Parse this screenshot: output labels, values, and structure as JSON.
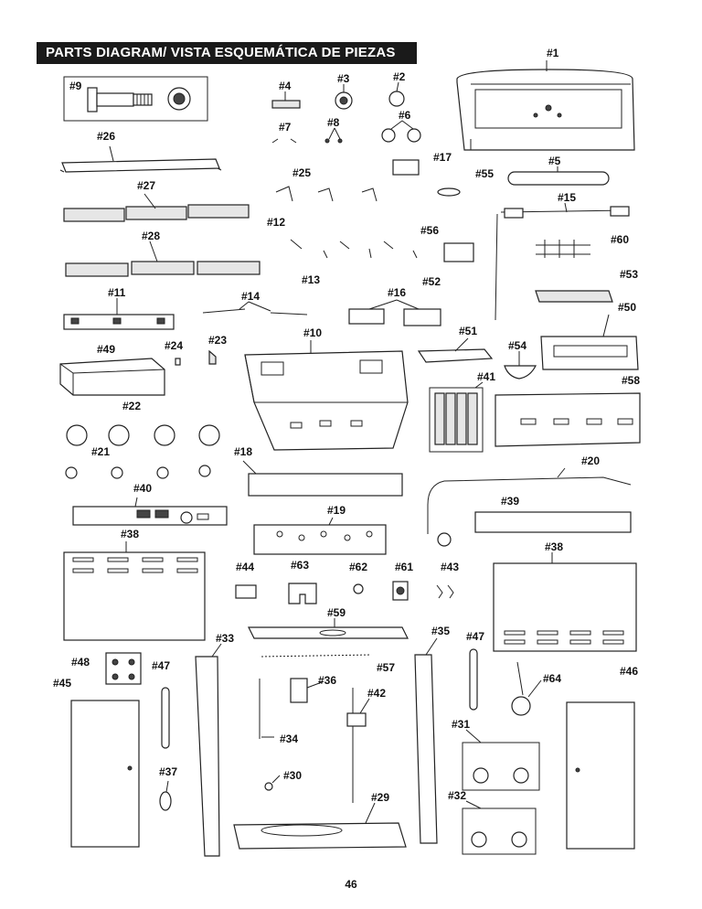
{
  "title": "PARTS DIAGRAM/ VISTA ESQUEMÁTICA DE PIEZAS",
  "page_number": "46",
  "labels": [
    "#1",
    "#2",
    "#3",
    "#4",
    "#5",
    "#6",
    "#7",
    "#8",
    "#9",
    "#10",
    "#11",
    "#12",
    "#13",
    "#14",
    "#15",
    "#16",
    "#17",
    "#18",
    "#19",
    "#20",
    "#21",
    "#22",
    "#23",
    "#24",
    "#25",
    "#26",
    "#27",
    "#28",
    "#29",
    "#30",
    "#31",
    "#32",
    "#33",
    "#34",
    "#35",
    "#36",
    "#37",
    "#38",
    "#38",
    "#39",
    "#40",
    "#41",
    "#42",
    "#43",
    "#44",
    "#45",
    "#46",
    "#47",
    "#47",
    "#48",
    "#49",
    "#50",
    "#51",
    "#52",
    "#53",
    "#54",
    "#55",
    "#56",
    "#57",
    "#58",
    "#59",
    "#60",
    "#61",
    "#62",
    "#63",
    "#64"
  ]
}
